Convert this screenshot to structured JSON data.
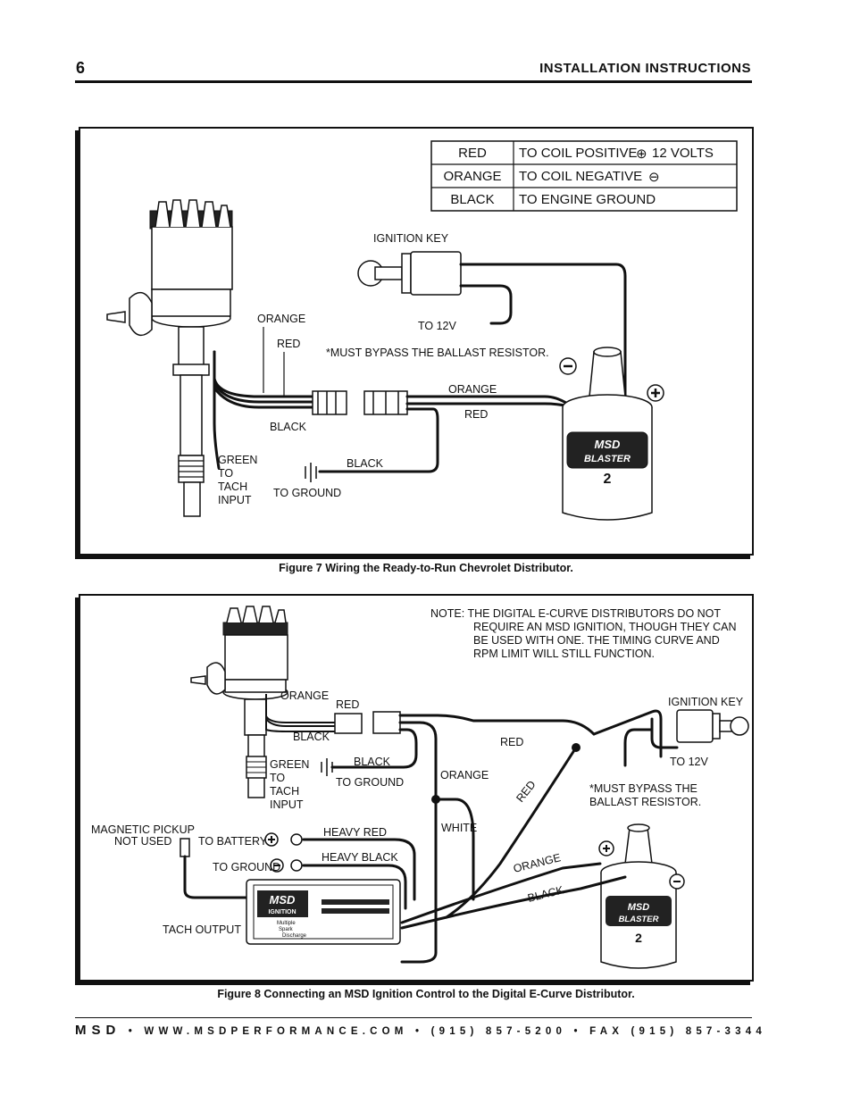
{
  "header": {
    "page_number": "6",
    "title": "INSTALLATION INSTRUCTIONS"
  },
  "figure7": {
    "caption": "Figure 7  Wiring the Ready-to-Run Chevrolet Distributor.",
    "table": [
      {
        "color": "RED",
        "desc": "TO COIL POSITIVE",
        "symbol": "⊕",
        "extra": "12 VOLTS"
      },
      {
        "color": "ORANGE",
        "desc": "TO COIL NEGATIVE",
        "symbol": "⊖",
        "extra": ""
      },
      {
        "color": "BLACK",
        "desc": "TO ENGINE GROUND",
        "symbol": "",
        "extra": ""
      }
    ],
    "labels": {
      "ignition_key": "IGNITION KEY",
      "to_12v": "TO 12V",
      "orange_top": "ORANGE",
      "red_top": "RED",
      "bypass": "*MUST BYPASS THE BALLAST RESISTOR.",
      "orange_wire": "ORANGE",
      "red_wire": "RED",
      "black_wire": "BLACK",
      "black_ground": "BLACK",
      "to_ground": "TO GROUND",
      "green": "GREEN",
      "to": "TO",
      "tach": "TACH",
      "input": "INPUT",
      "coil_brand": "MSD",
      "coil_model": "BLASTER",
      "coil_num": "2"
    }
  },
  "figure8": {
    "caption": "Figure 8 Connecting an MSD Ignition Control to the Digital E-Curve Distributor.",
    "note_lines": [
      "NOTE:  THE  DIGITAL  E-CURVE  DISTRIBUTORS  DO  NOT",
      "REQUIRE AN MSD IGNITION, THOUGH THEY CAN",
      "BE  USED  WITH  ONE.  THE  TIMING  CURVE  AND",
      "RPM LIMIT WILL STILL FUNCTION."
    ],
    "labels": {
      "orange_top": "ORANGE",
      "red_top": "RED",
      "black_top": "BLACK",
      "green": "GREEN",
      "to": "TO",
      "tach": "TACH",
      "input": "INPUT",
      "black_ground": "BLACK",
      "to_ground": "TO GROUND",
      "red_wire": "RED",
      "orange_wire": "ORANGE",
      "white_wire": "WHITE",
      "red_diag": "RED",
      "ignition_key": "IGNITION KEY",
      "to_12v": "TO 12V",
      "bypass_1": "*MUST BYPASS THE",
      "bypass_2": "BALLAST RESISTOR.",
      "mag_pickup_1": "MAGNETIC PICKUP",
      "mag_pickup_2": "NOT USED",
      "to_battery": "TO BATTERY",
      "to_ground_box": "TO GROUND",
      "heavy_red": "HEAVY RED",
      "heavy_black": "HEAVY BLACK",
      "tach_output": "TACH OUTPUT",
      "orange_coil": "ORANGE",
      "black_coil": "BLACK",
      "box_brand": "MSD",
      "box_sub": "IGNITION",
      "box_line1": "Multiple",
      "box_line2": "Spark",
      "box_line3": "Discharge",
      "coil_brand": "MSD",
      "coil_model": "BLASTER",
      "coil_num": "2"
    }
  },
  "footer": {
    "brand": "MSD",
    "sep": "•",
    "website": "WWW.MSDPERFORMANCE.COM",
    "phone": "(915) 857-5200",
    "fax": "FAX (915) 857-3344"
  }
}
